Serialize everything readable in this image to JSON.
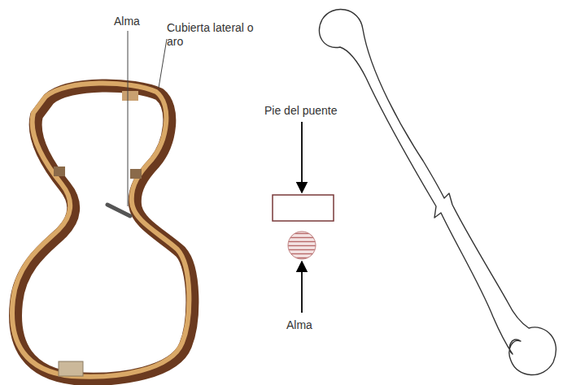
{
  "diagram": {
    "labels": [
      "Alma",
      "Cubierta lateral o aro",
      "Pie del puente",
      "Alma"
    ]
  }
}
